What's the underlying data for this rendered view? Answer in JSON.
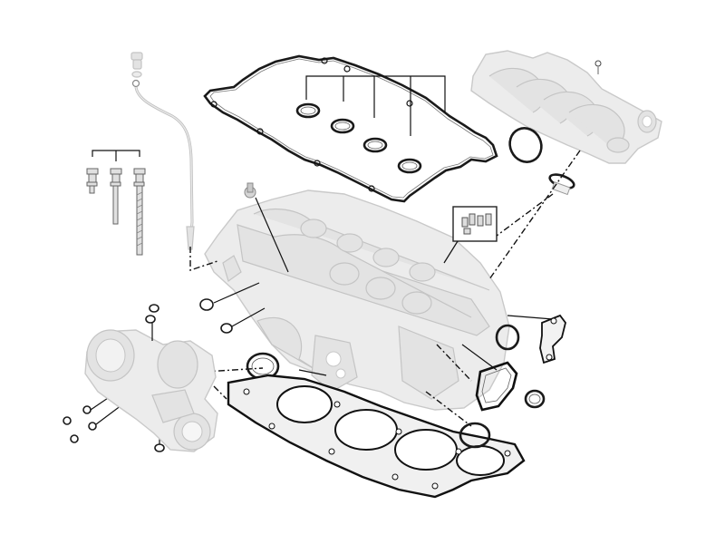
{
  "diagram": {
    "parts": [
      {
        "name": "engine-oil-dipstick"
      },
      {
        "name": "cylinder-head-cover-gasket"
      },
      {
        "name": "spark-plug-well-seal-rings"
      },
      {
        "name": "intake-manifold"
      },
      {
        "name": "intake-manifold-seal-ring"
      },
      {
        "name": "cylinder-head-bolts"
      },
      {
        "name": "cylinder-head"
      },
      {
        "name": "exhaust-turbocharger"
      },
      {
        "name": "cylinder-head-gasket"
      },
      {
        "name": "small-parts-kit"
      },
      {
        "name": "coolant-flange-gasket"
      },
      {
        "name": "o-rings"
      }
    ]
  }
}
